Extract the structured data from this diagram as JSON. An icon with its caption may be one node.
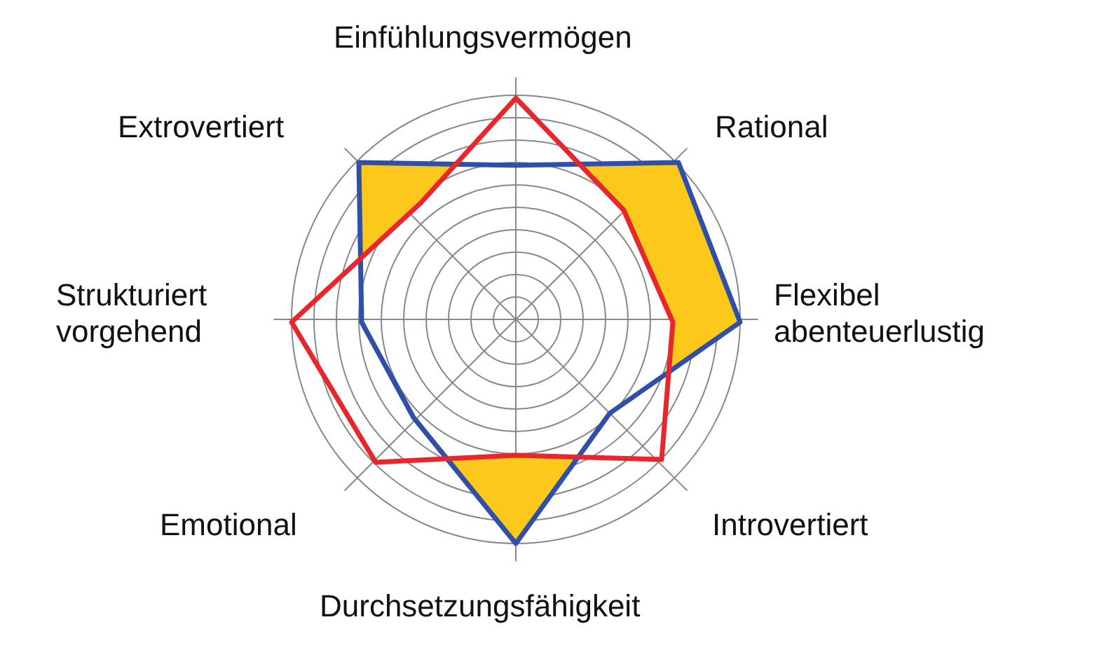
{
  "diagram": {
    "labels": [
      "Einfühlungsvermögen",
      "Extrovertiert",
      "Rational",
      "Strukturiert vorgehend",
      "Flexibel abenteuerlustig",
      "Emotional",
      "Introvertiert",
      "Durchsetzungsfähigkeit"
    ]
  }
}
